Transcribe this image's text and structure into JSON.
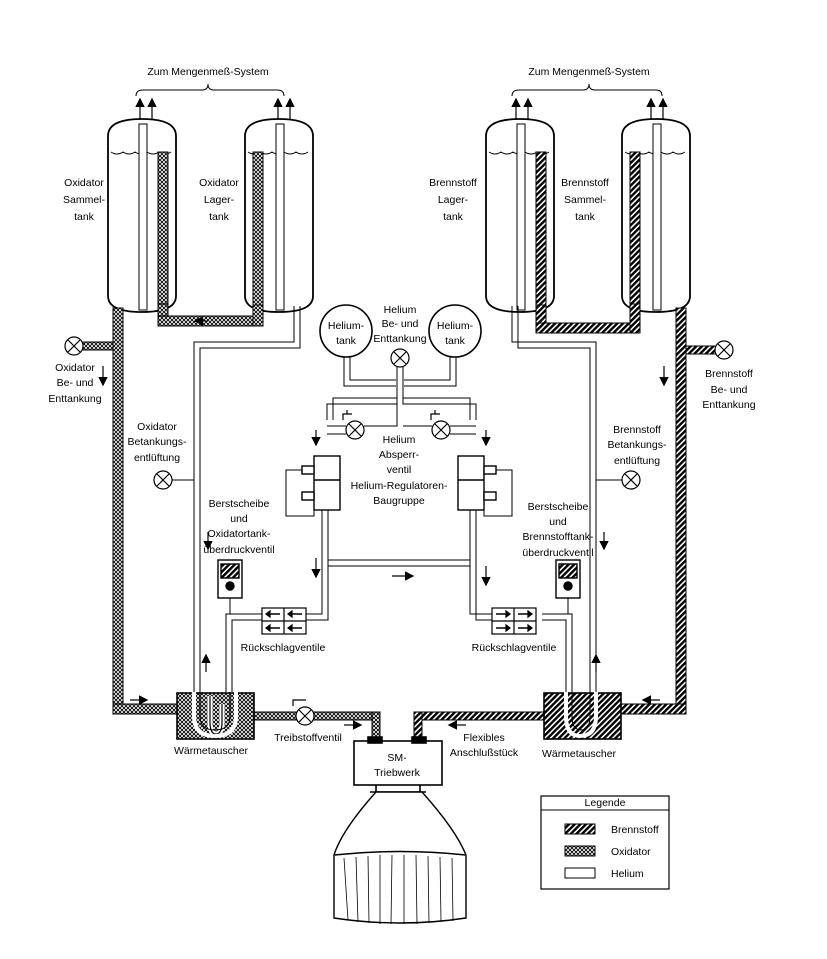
{
  "top_labels": {
    "left": "Zum Mengenmeß-System",
    "right": "Zum Mengenmeß-System"
  },
  "tanks": {
    "ox_sammel": [
      "Oxidator",
      "Sammel-",
      "tank"
    ],
    "ox_lager": [
      "Oxidator",
      "Lager-",
      "tank"
    ],
    "fuel_lager": [
      "Brennstoff",
      "Lager-",
      "tank"
    ],
    "fuel_sammel": [
      "Brennstoff",
      "Sammel-",
      "tank"
    ]
  },
  "helium": {
    "tank_left": [
      "Helium-",
      "tank"
    ],
    "tank_right": [
      "Helium-",
      "tank"
    ],
    "fill": [
      "Helium",
      "Be- und",
      "Enttankung"
    ],
    "shutoff": [
      "Helium",
      "Absperr-",
      "ventil",
      "Helium-Regulatoren-",
      "Baugruppe"
    ]
  },
  "ox_fill": [
    "Oxidator",
    "Be- und",
    "Enttankung"
  ],
  "fuel_fill": [
    "Brennstoff",
    "Be- und",
    "Enttankung"
  ],
  "ox_vent": [
    "Oxidator",
    "Betankungs-",
    "entlüftung"
  ],
  "fuel_vent": [
    "Brennstoff",
    "Betankungs-",
    "entlüftung"
  ],
  "ox_burst": [
    "Berstscheibe",
    "und",
    "Oxidatortank-",
    "überdruckventil"
  ],
  "fuel_burst": [
    "Berstscheibe",
    "und",
    "Brennstofftank-",
    "überdruckventil"
  ],
  "check_valves": {
    "left": "Rückschlagventile",
    "right": "Rückschlagventile"
  },
  "heat_exchangers": {
    "left": "Wärmetauscher",
    "right": "Wärmetauscher"
  },
  "prop_valve": "Treibstoffventil",
  "flex": [
    "Flexibles",
    "Anschlußstück"
  ],
  "engine": [
    "SM-",
    "Triebwerk"
  ],
  "legend": {
    "title": "Legende",
    "items": [
      {
        "label": "Brennstoff",
        "pattern": "hatch"
      },
      {
        "label": "Oxidator",
        "pattern": "cross"
      },
      {
        "label": "Helium",
        "pattern": "empty"
      }
    ]
  }
}
